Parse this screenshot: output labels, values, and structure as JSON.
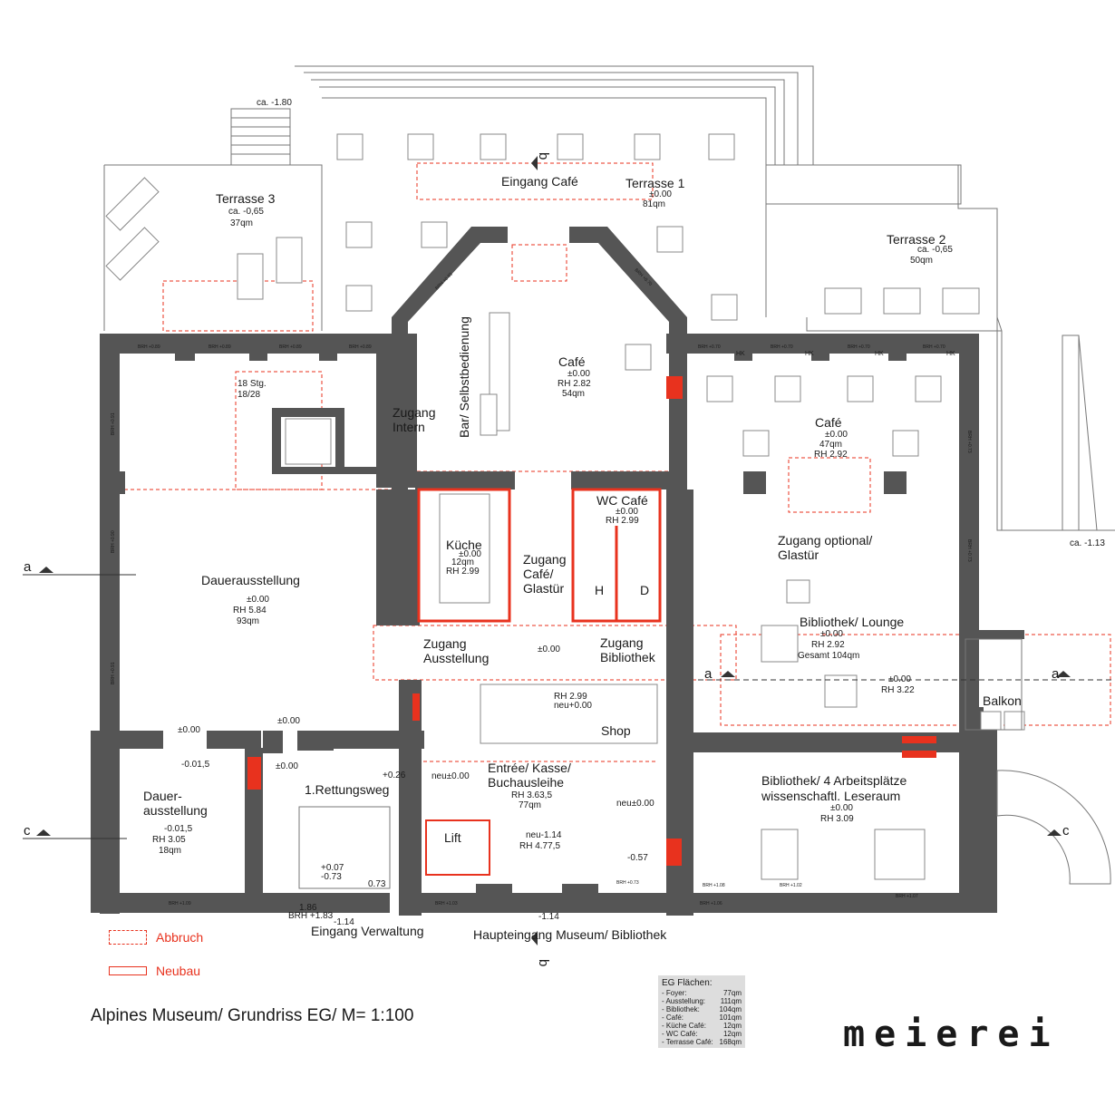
{
  "title": "Alpines Museum/ Grundriss EG/ M= 1:100",
  "brand": "meierei",
  "legend": [
    {
      "label": "Abbruch",
      "style": "dashed-red"
    },
    {
      "label": "Neubau",
      "style": "solid-red"
    }
  ],
  "area_table": {
    "heading": "EG Flächen:",
    "rows": [
      {
        "name": "- Foyer:",
        "value": "77qm"
      },
      {
        "name": "- Ausstellung:",
        "value": "111qm"
      },
      {
        "name": "- Bibliothek:",
        "value": "104qm"
      },
      {
        "name": "- Café:",
        "value": "101qm"
      },
      {
        "name": "- Küche Café:",
        "value": "12qm"
      },
      {
        "name": "- WC Café:",
        "value": "12qm"
      },
      {
        "name": "- Terrasse Café:",
        "value": "168qm"
      }
    ]
  },
  "rooms": {
    "terrasse3": {
      "name": "Terrasse 3",
      "level": "ca. -0,65",
      "area": "37qm"
    },
    "terrasse1": {
      "name": "Terrasse 1",
      "level": "±0.00",
      "area": "81qm"
    },
    "terrasse2": {
      "name": "Terrasse 2",
      "level": "ca. -0,65",
      "area": "50qm"
    },
    "eingang_cafe": {
      "name": "Eingang Café"
    },
    "cafe_main": {
      "name": "Café",
      "level": "±0.00",
      "rh": "RH 2.82",
      "area": "54qm"
    },
    "bar": {
      "name": "Bar/ Selbstbedienung"
    },
    "cafe2": {
      "name": "Café",
      "level": "±0.00",
      "area": "47qm",
      "rh": "RH 2.92"
    },
    "stair": {
      "name": "18 Stg.",
      "ratio": "18/28"
    },
    "zugang_intern": {
      "line1": "Zugang",
      "line2": "Intern"
    },
    "dauerausstellung": {
      "name": "Dauerausstellung",
      "level": "±0.00",
      "rh": "RH 5.84",
      "area": "93qm"
    },
    "kueche": {
      "name": "Küche",
      "level": "±0.00",
      "area": "12qm",
      "rh": "RH 2.99"
    },
    "zugang_cafe": {
      "line1": "Zugang",
      "line2": "Café/",
      "line3": "Glastür"
    },
    "wc": {
      "name": "WC Café",
      "level": "±0.00",
      "rh": "RH 2.99",
      "h": "H",
      "d": "D"
    },
    "zugang_optional": {
      "line1": "Zugang optional/",
      "line2": "Glastür"
    },
    "lounge": {
      "name": "Bibliothek/ Lounge",
      "level": "±0.00",
      "rh": "RH 2.92",
      "area": "Gesamt 104qm"
    },
    "zugang_ausstellung": {
      "line1": "Zugang",
      "line2": "Ausstellung"
    },
    "zugang_bibliothek": {
      "line1": "Zugang",
      "line2": "Bibliothek"
    },
    "shop": {
      "name": "Shop",
      "rh": "RH 2.99",
      "level": "neu+0.00"
    },
    "entree": {
      "line1": "Entrée/ Kasse/",
      "line2": "Buchausleihe",
      "rh": "RH 3.63,5",
      "area": "77qm"
    },
    "lift": {
      "name": "Lift",
      "level": "neu-1.14",
      "rh": "RH 4.77,5"
    },
    "rettungsweg": {
      "name": "1.Rettungsweg"
    },
    "dauer2": {
      "line1": "Dauer-",
      "line2": "ausstellung",
      "level": "-0.01,5",
      "rh": "RH 3.05",
      "area": "18qm"
    },
    "bibliothek": {
      "line1": "Bibliothek/ 4 Arbeitsplätze",
      "line2": "wissenschaftl. Leseraum",
      "level": "±0.00",
      "rh": "RH 3.09"
    },
    "balkon": {
      "name": "Balkon"
    },
    "eingang_verwaltung": {
      "name": "Eingang Verwaltung"
    },
    "haupteingang": {
      "name": "Haupteingang Museum/ Bibliothek"
    }
  },
  "levels": {
    "terrace_top": "ca. -1.80",
    "east": "ca. -1.13",
    "lounge_side": "±0.00",
    "lounge_rh": "RH 3.22",
    "corridor": "±0.00",
    "dauer_entry": "±0.00",
    "dauer2_entry": "-0.01,5",
    "rw_top": "±0.00",
    "rw_mid": "±0.00",
    "rw_step": "+0.26",
    "entree_left": "neu±0.00",
    "entree_right": "neu±0.00",
    "lift_small": "-0.57",
    "stair_a": "+0.07",
    "stair_b": "-0.73",
    "stair_c": "0.73",
    "verwaltung": "-1.14",
    "haupteingang": "-1.14",
    "brh_a": "1.86",
    "brh_b": "BRH +1.83"
  },
  "section_marks": {
    "a": "a",
    "b": "b",
    "c": "c"
  },
  "sill_labels": {
    "north_west": [
      "BRH +0.89",
      "BRH +0.89",
      "BRH +0.89",
      "BRH +0.89"
    ],
    "north_east": [
      "BRH +0.70",
      "BRH +0.70",
      "BRH +0.70",
      "BRH +0.70"
    ],
    "hk": "HK",
    "bay_left": "BRH +0.83",
    "bay_right": "BRH +0.70",
    "west": [
      "BRH +0.91",
      "BRH +0.90",
      "BRH +0.91"
    ],
    "east": [
      "BRH +0.73",
      "BRH +0.73"
    ],
    "south": [
      "BRH +1.09",
      "BRH +1.03",
      "BRH +1.06",
      "BRH +0.73",
      "BRH +1.08",
      "BRH +1.02",
      "BRH +1.07"
    ]
  }
}
